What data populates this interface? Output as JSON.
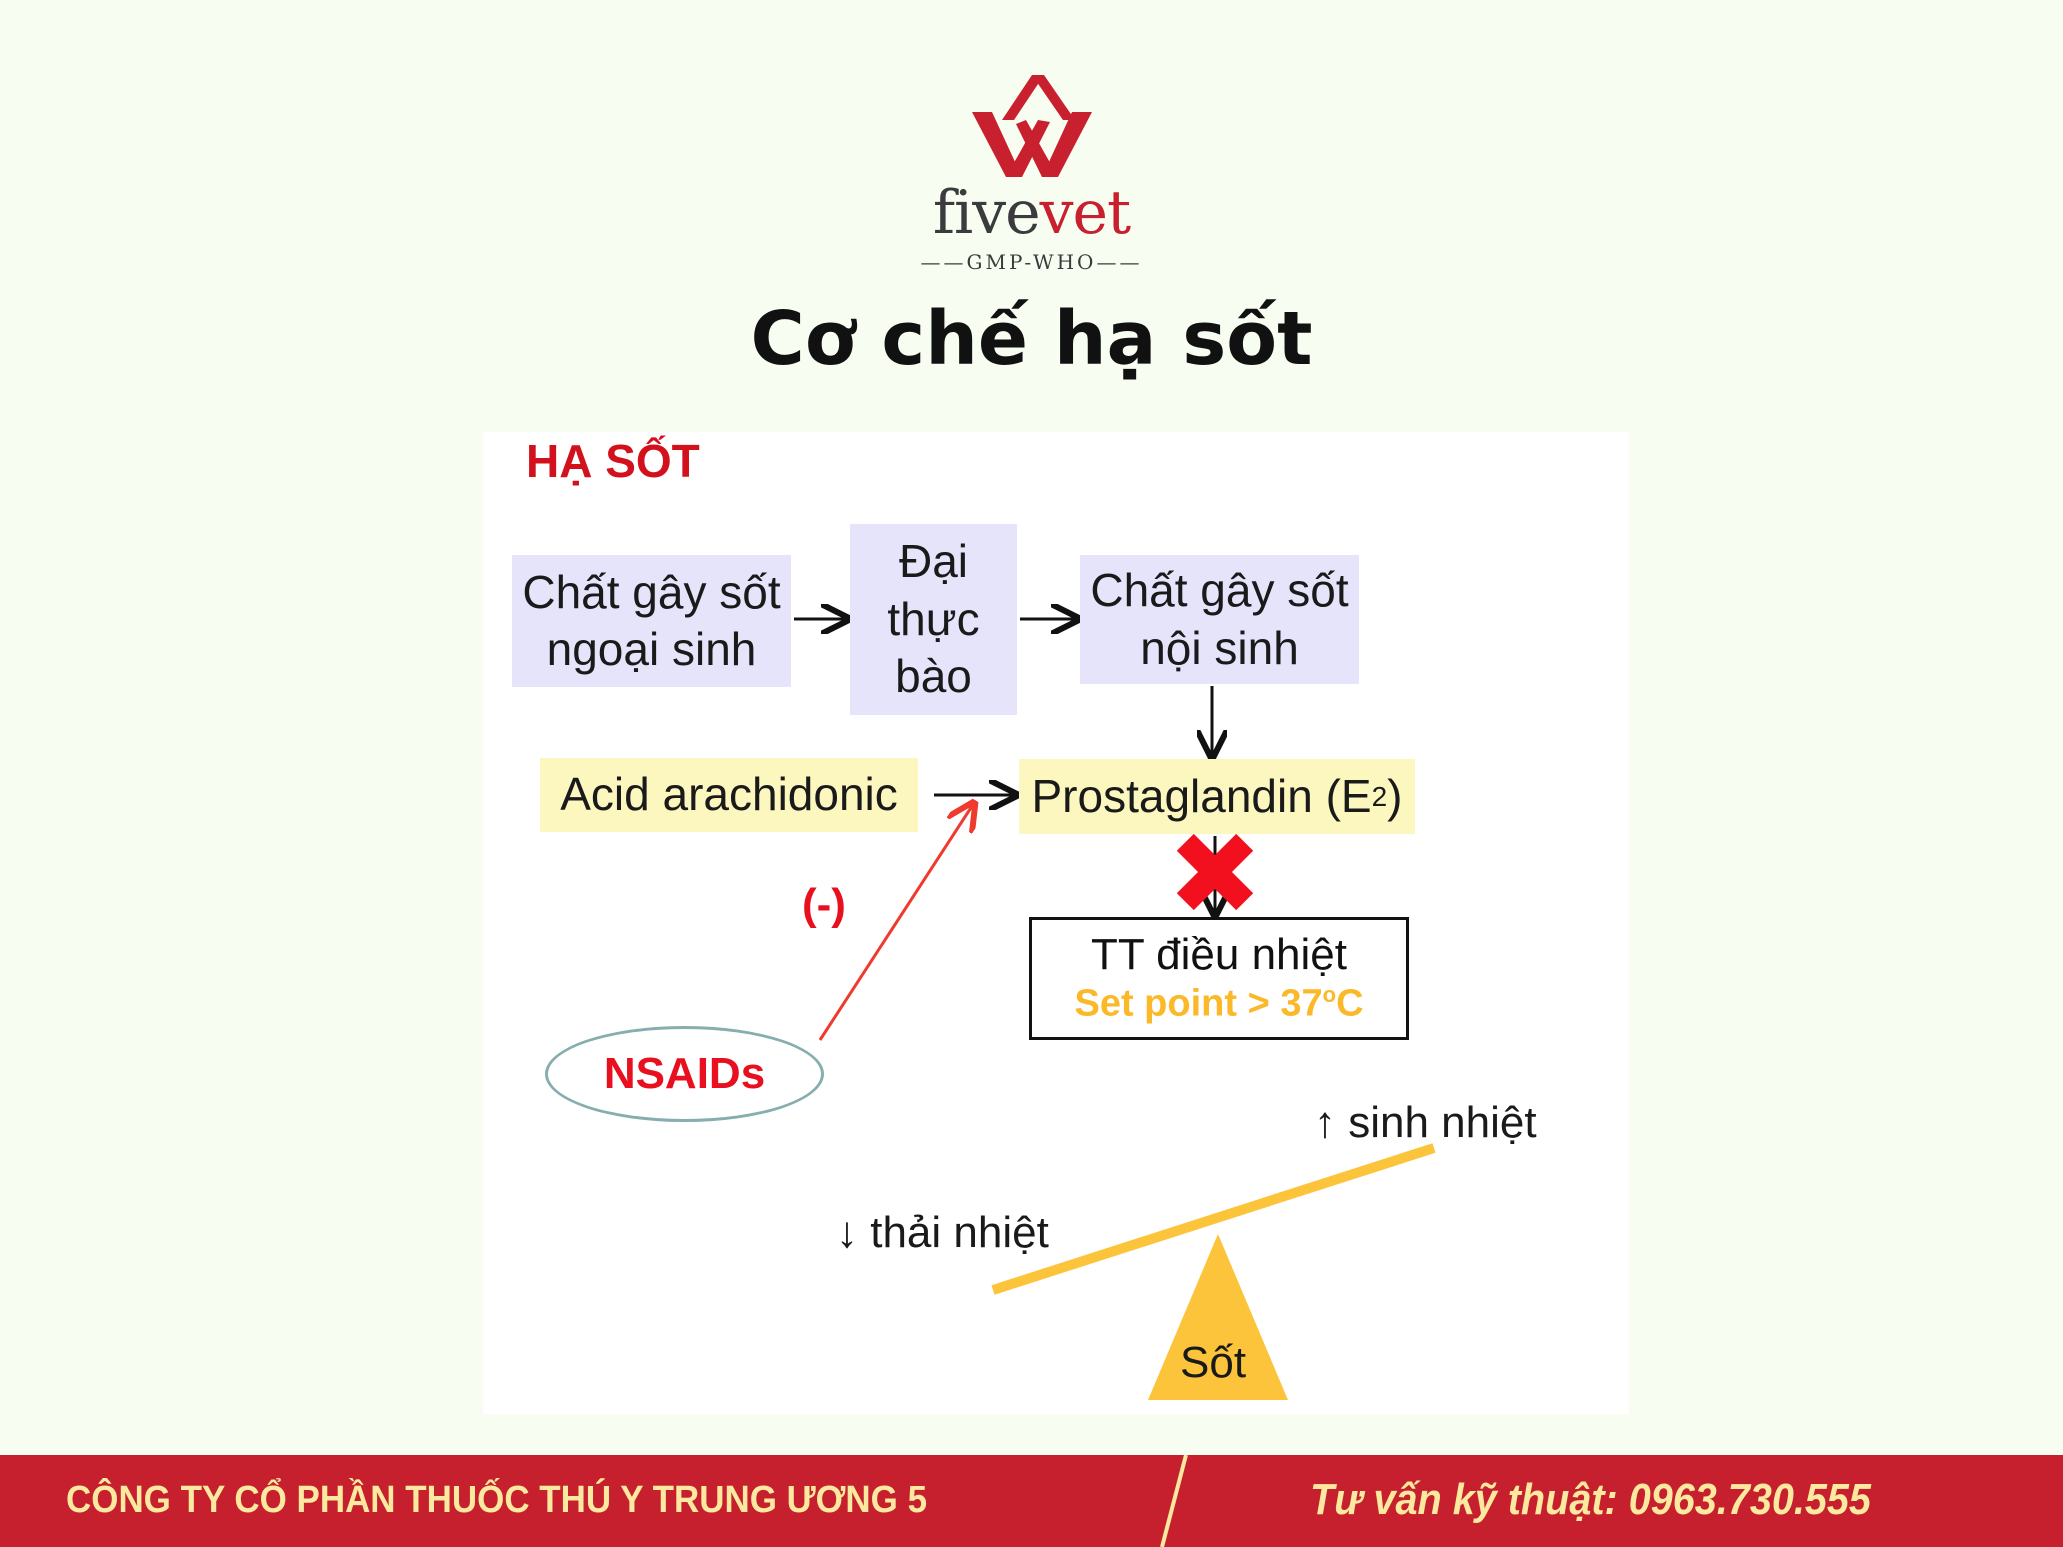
{
  "logo": {
    "brand_dark": "five",
    "brand_red": "vet",
    "tagline": "GMP-WHO"
  },
  "title": "Cơ chế hạ sốt",
  "diagram": {
    "heading": "HẠ SỐT",
    "exogenous_pyrogen": "Chất gây sốt ngoại sinh",
    "macrophage": "Đại thực bào",
    "endogenous_pyrogen": "Chất gây sốt nội sinh",
    "arachidonic_acid": "Acid arachidonic",
    "prostaglandin": {
      "prefix": "Prostaglandin (E",
      "sub": "2",
      "suffix": ")"
    },
    "thermo_center": "TT điều nhiệt",
    "set_point": {
      "prefix": "Set point > 37",
      "sup": "o",
      "suffix": "C"
    },
    "inhibit_label": "(-)",
    "nsaids": "NSAIDs",
    "heat_production": "↑ sinh nhiệt",
    "heat_loss": "↓ thải nhiệt",
    "fever": "Sốt"
  },
  "footer": {
    "company": "CÔNG TY CỔ PHẦN THUỐC THÚ Y TRUNG ƯƠNG 5",
    "hotline": "Tư vấn kỹ thuật: 0963.730.555"
  },
  "colors": {
    "brand_red": "#c8202e",
    "footer_bg": "#c6202f",
    "footer_text": "#fbe9a0",
    "accent_yellow": "#fcc43a",
    "alert_red": "#e8101f"
  }
}
